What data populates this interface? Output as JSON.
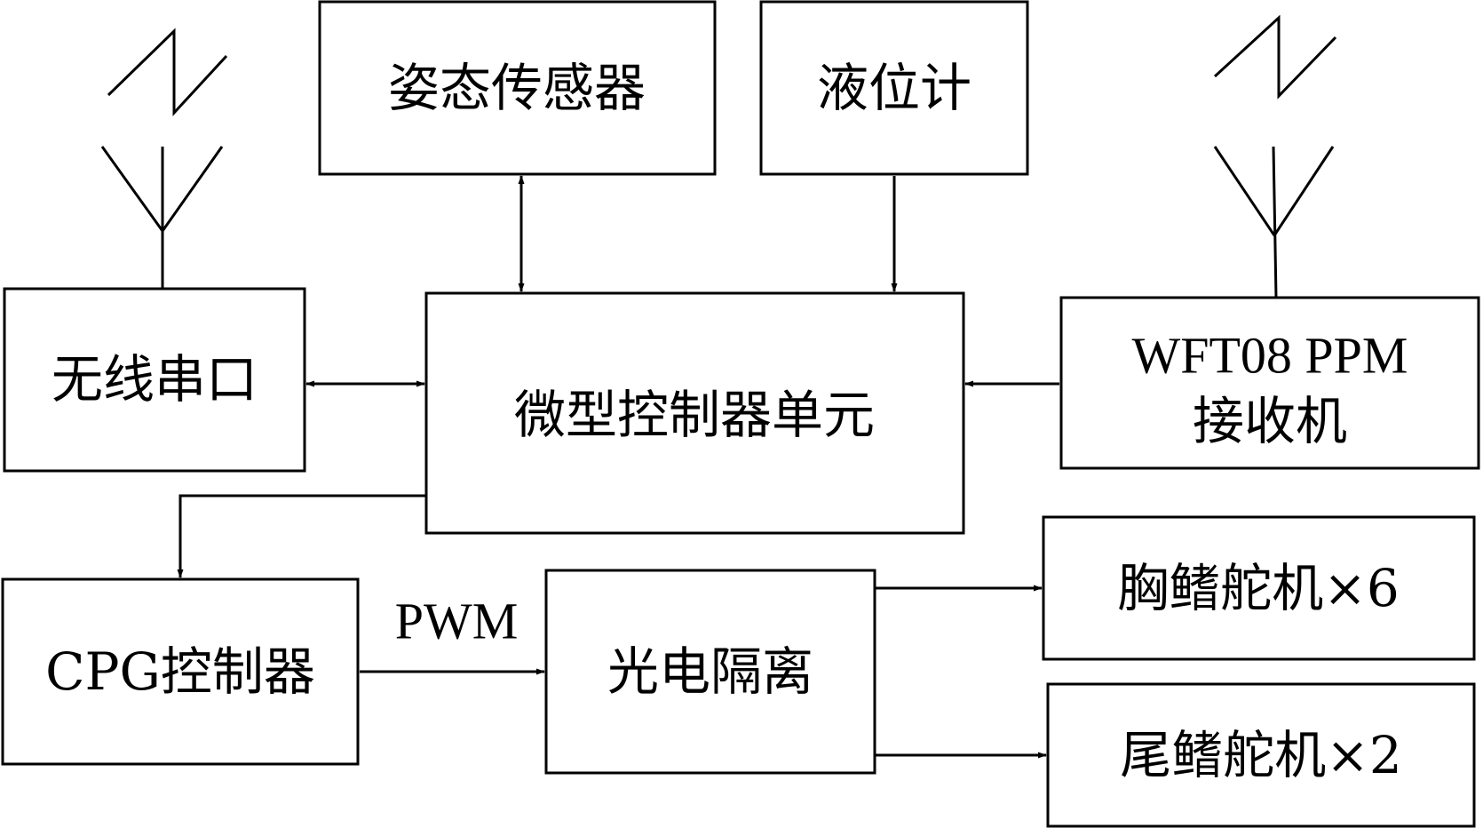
{
  "blocks": {
    "attitude_sensor": "姿态传感器",
    "level_gauge": "液位计",
    "wireless_serial": "无线串口",
    "mcu": "微型控制器单元",
    "receiver_line1": "WFT08 PPM",
    "receiver_line2": "接收机",
    "cpg": "CPG控制器",
    "opto_isolation": "光电隔离",
    "pectoral_servo": "胸鳍舵机×6",
    "caudal_servo": "尾鳍舵机×2"
  },
  "signals": {
    "pwm": "PWM"
  },
  "icons": {
    "left_antenna": "antenna-icon",
    "right_antenna": "antenna-icon",
    "left_wave": "radio-wave-icon",
    "right_wave": "radio-wave-icon"
  },
  "colors": {
    "line": "#000000",
    "background": "#ffffff"
  }
}
